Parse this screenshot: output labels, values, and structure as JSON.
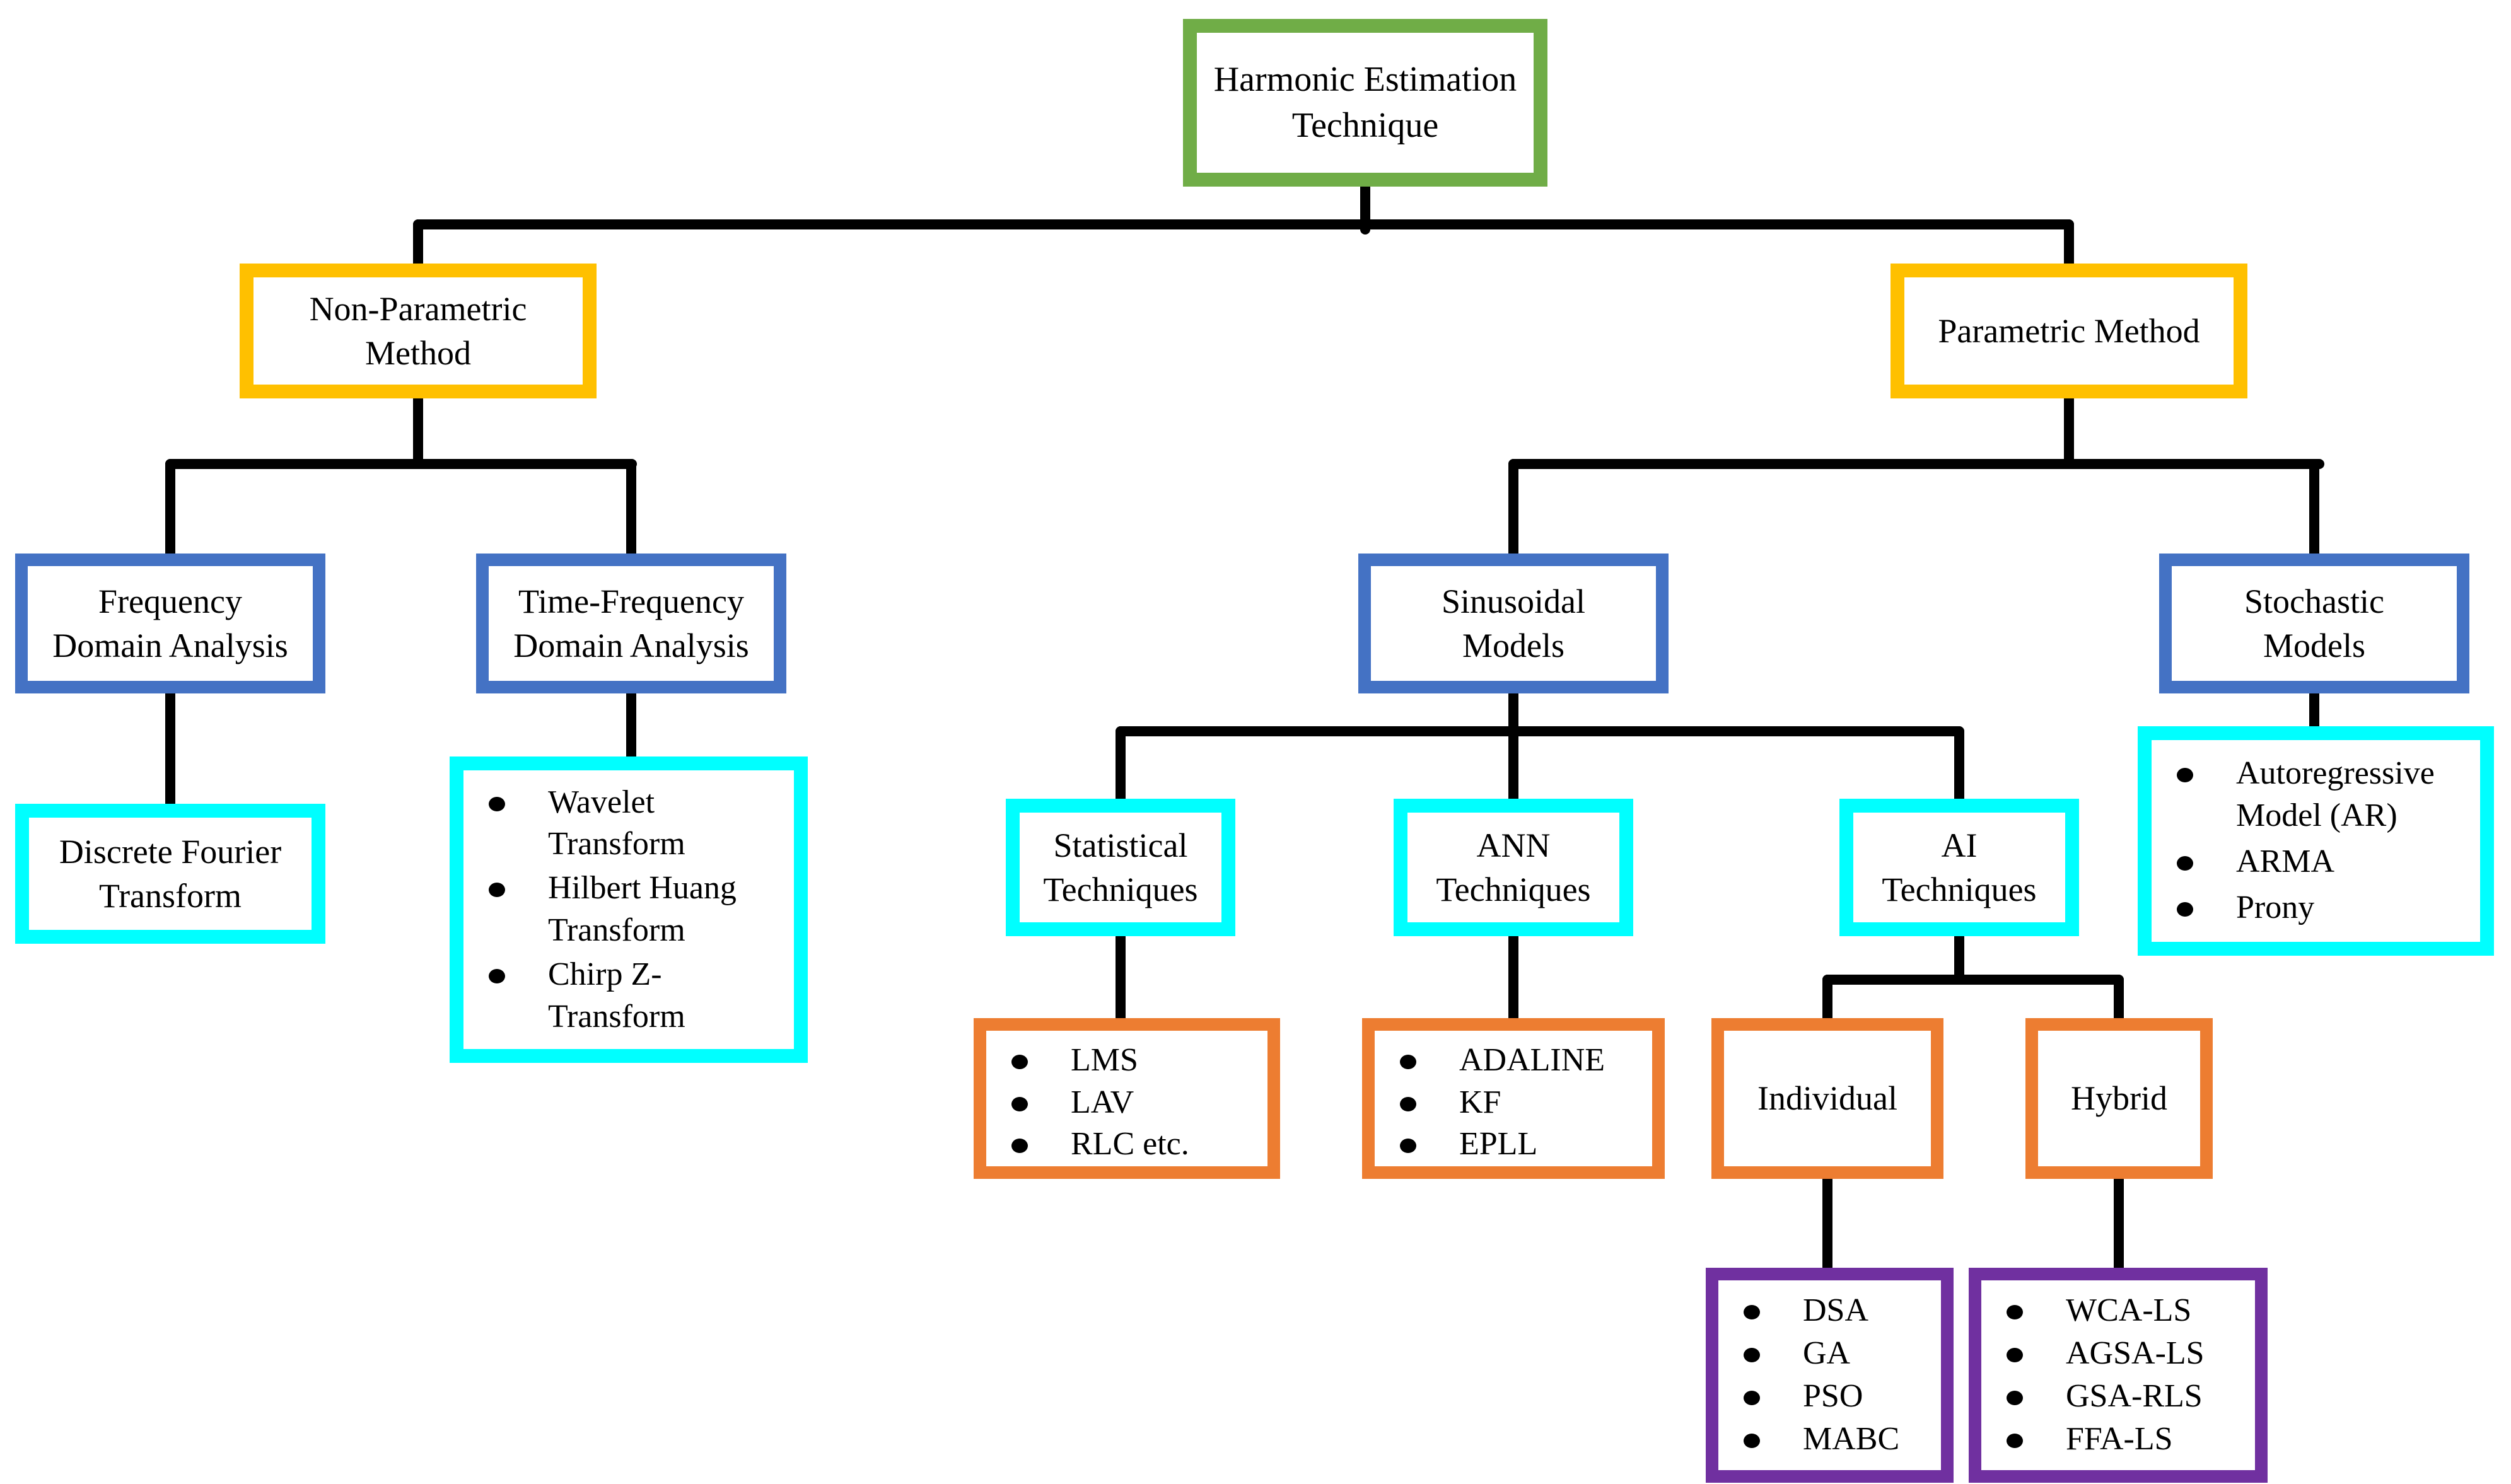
{
  "figure": {
    "type": "flowchart",
    "title": "Harmonic Estimation Technique",
    "colors": {
      "root_border": "#70AD47",
      "method_border": "#FFC000",
      "model_border": "#4472C4",
      "technique_border": "#00FFFF",
      "group_border": "#ED7D31",
      "leaf_border": "#7030A0",
      "connector": "#000000",
      "background": "#FFFFFF",
      "text": "#000000"
    },
    "nodes": {
      "root": {
        "label": "Harmonic Estimation Technique"
      },
      "non_parametric": {
        "label": "Non-Parametric Method"
      },
      "parametric": {
        "label": "Parametric Method"
      },
      "frequency_domain": {
        "label": "Frequency Domain Analysis"
      },
      "time_frequency_domain": {
        "label": "Time-Frequency Domain Analysis"
      },
      "sinusoidal": {
        "label": "Sinusoidal Models"
      },
      "stochastic": {
        "label": "Stochastic Models"
      },
      "dft": {
        "label": "Discrete Fourier Transform"
      },
      "time_frequency_methods": {
        "items": [
          "Wavelet Transform",
          "Hilbert Huang Transform",
          "Chirp Z-Transform"
        ]
      },
      "statistical": {
        "label": "Statistical Techniques"
      },
      "ann": {
        "label": "ANN Techniques"
      },
      "ai": {
        "label": "AI Techniques"
      },
      "stochastic_methods": {
        "items": [
          "Autoregressive Model (AR)",
          "ARMA",
          "Prony"
        ]
      },
      "statistical_methods": {
        "items": [
          "LMS",
          "LAV",
          "RLC etc."
        ]
      },
      "ann_methods": {
        "items": [
          "ADALINE",
          "KF",
          "EPLL"
        ]
      },
      "individual": {
        "label": "Individual"
      },
      "hybrid": {
        "label": "Hybrid"
      },
      "individual_methods": {
        "items": [
          "DSA",
          "GA",
          "PSO",
          "MABC"
        ]
      },
      "hybrid_methods": {
        "items": [
          "WCA-LS",
          "AGSA-LS",
          "GSA-RLS",
          "FFA-LS"
        ]
      }
    }
  }
}
